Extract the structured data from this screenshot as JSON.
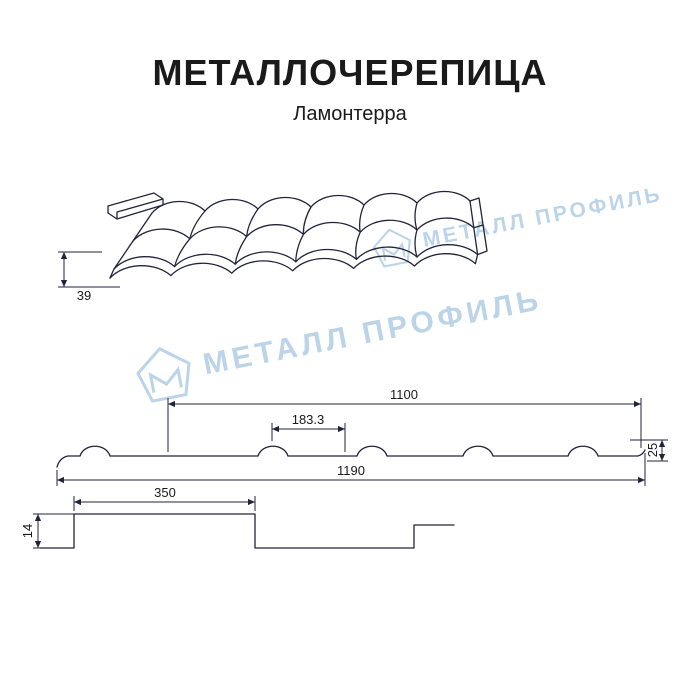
{
  "header": {
    "title": "МЕТАЛЛОЧЕРЕПИЦА",
    "subtitle": "Ламонтерра"
  },
  "watermark": {
    "text": "МЕТАЛЛ ПРОФИЛЬ"
  },
  "dimensions": {
    "edge_height": "39",
    "working_width": "1100",
    "wave_pitch": "183.3",
    "profile_height": "25",
    "total_width": "1190",
    "module_length": "350",
    "step_height": "14"
  },
  "colors": {
    "line": "#23233c",
    "text": "#1a1a1a",
    "watermark": "#bcd4e8",
    "background": "#ffffff"
  }
}
